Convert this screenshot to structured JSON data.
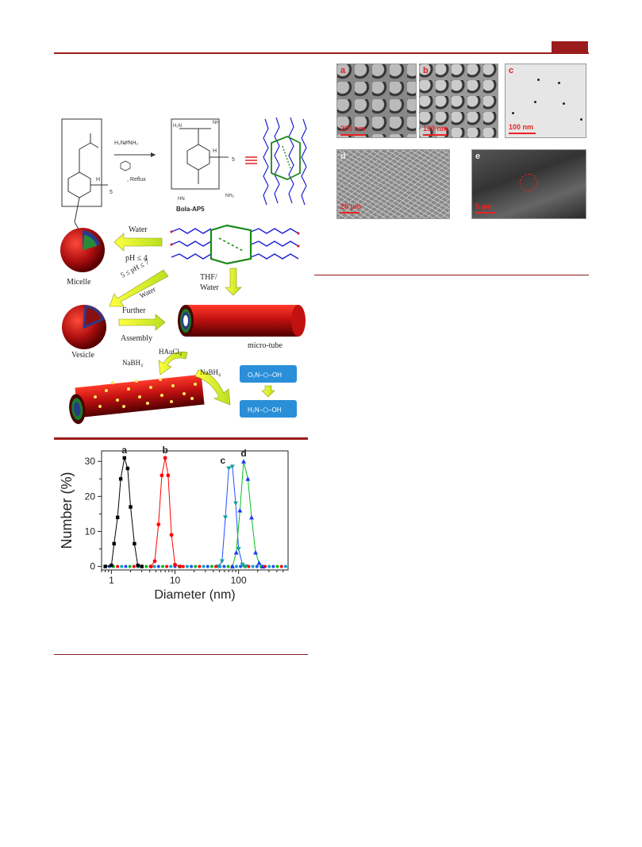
{
  "scheme": {
    "reagent": "H₂N∕∕∕∕NH₂",
    "condition": ", Reflux",
    "subscript_n": "5",
    "h_label": "H",
    "product_name": "Bola-AP5",
    "micelle_label": "Micelle",
    "vesicle_label": "Vesicle",
    "microtube_label": "micro-tube",
    "water1": "Water",
    "ph1": "pH ≤ 4",
    "ph2": "5 ≤ pH ≤ 7",
    "water2": "Water",
    "thf": "THF/",
    "water3": "Water",
    "further": "Further",
    "assembly": "Assembly",
    "nabh4_a": "NaBH₄",
    "haucl4": "HAuCl₄",
    "nabh4_b": "NaBH₄",
    "nitrophenol": "O₂N–⬡–OH",
    "aminophenol": "H₂N–⬡–OH"
  },
  "micrographs": [
    {
      "letter": "a",
      "scale": "200 nm"
    },
    {
      "letter": "b",
      "scale": "100 nm"
    },
    {
      "letter": "c",
      "scale": "100 nm"
    },
    {
      "letter": "d",
      "scale": "20 μm"
    },
    {
      "letter": "e",
      "scale": "5 μm"
    }
  ],
  "chart_data": {
    "type": "scatter",
    "xlabel": "Diameter (nm)",
    "ylabel": "Number (%)",
    "x_scale": "log",
    "xlim": [
      0.7,
      600
    ],
    "ylim": [
      -1,
      33
    ],
    "x_ticks": [
      1,
      10,
      100
    ],
    "y_ticks": [
      0,
      10,
      20,
      30
    ],
    "series": [
      {
        "name": "a",
        "color": "#000000",
        "marker": "square",
        "x": [
          0.8,
          1.0,
          1.1,
          1.25,
          1.4,
          1.6,
          1.8,
          2.0,
          2.3,
          2.6,
          3.0
        ],
        "y": [
          0,
          0.3,
          6.5,
          14,
          25,
          31,
          28,
          17,
          6.5,
          0.3,
          0
        ]
      },
      {
        "name": "b",
        "color": "#ff0000",
        "marker": "circle",
        "x": [
          4.2,
          4.8,
          5.5,
          6.2,
          7.0,
          7.8,
          8.8,
          10,
          12
        ],
        "y": [
          0,
          1.5,
          12,
          26,
          31,
          26,
          9,
          0.5,
          0
        ]
      },
      {
        "name": "c",
        "color": "#2050ff",
        "marker": "triangle-down",
        "x": [
          48,
          55,
          62,
          70,
          80,
          90,
          100,
          115,
          130
        ],
        "y": [
          0,
          1.5,
          14,
          28,
          28.5,
          18,
          5,
          0.5,
          0
        ]
      },
      {
        "name": "d",
        "color": "#00c020",
        "marker": "triangle-up",
        "x": [
          80,
          92,
          105,
          120,
          140,
          160,
          185,
          210,
          240
        ],
        "y": [
          0,
          4,
          16,
          30,
          25,
          14,
          4,
          1,
          0
        ]
      }
    ]
  }
}
